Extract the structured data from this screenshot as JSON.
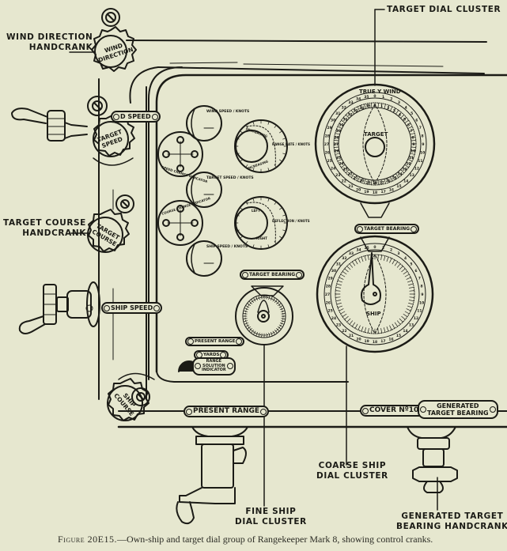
{
  "figure": {
    "caption_prefix": "Figure 20E15.",
    "caption_text": "—Own-ship and target dial group of Rangekeeper Mark 8, showing control cranks."
  },
  "callouts": {
    "wind_direction_handcrank": "WIND DIRECTION\nHANDCRANK",
    "target_dial_cluster": "TARGET DIAL CLUSTER",
    "target_course_handcrank": "TARGET COURSE\nHANDCRANK",
    "coarse_ship_dial_cluster": "COARSE SHIP\nDIAL CLUSTER",
    "fine_ship_dial_cluster": "FINE SHIP\nDIAL CLUSTER",
    "generated_target_bearing_handcrank": "GENERATED TARGET\nBEARING HANDCRANK"
  },
  "knobs": {
    "wind_direction": "WIND\nDIRECTION",
    "target_speed": "TARGET\nSPEED",
    "target_course": "TARGET\nCOURSE",
    "ship_course": "SHIP\nCOURSE"
  },
  "nameplates": {
    "wind_speed": "D SPEED",
    "ship_speed": "SHIP SPEED",
    "present_range": "PRESENT RANGE",
    "cover": "COVER Nº10",
    "generated_target_bearing": "GENERATED\nTARGET BEARING",
    "target_bearing_main": "TARGET BEARING",
    "target_bearing_fine": "TARGET BEARING",
    "present_range_small": "PRESENT RANGE",
    "yards": "YARDS",
    "range_solution_indicator": "RANGE\nSOLUTION\nINDICATOR"
  },
  "small_dials": {
    "wind_speed": "WIND SPEED / KNOTS",
    "speed_change_indicator": "SPEED CHANGE INDICATOR",
    "target_speed": "TARGET SPEED / KNOTS",
    "course_change_indicator": "COURSE CHANGE INDICATOR",
    "ship_speed": "SHIP SPEED / KNOTS",
    "range_rate": "RANGE RATE / KNOTS",
    "range_rate_decreasing": "DECREASING",
    "range_rate_increasing": "INCREASING",
    "deflection": "DEFLECTION / KNOTS",
    "deflection_left": "LEFT",
    "deflection_right": "RIGHT"
  },
  "target_dial": {
    "top_label": "TRUE Y WIND",
    "center_label": "TARGET"
  },
  "ship_dial": {
    "center_label": "SHIP"
  }
}
